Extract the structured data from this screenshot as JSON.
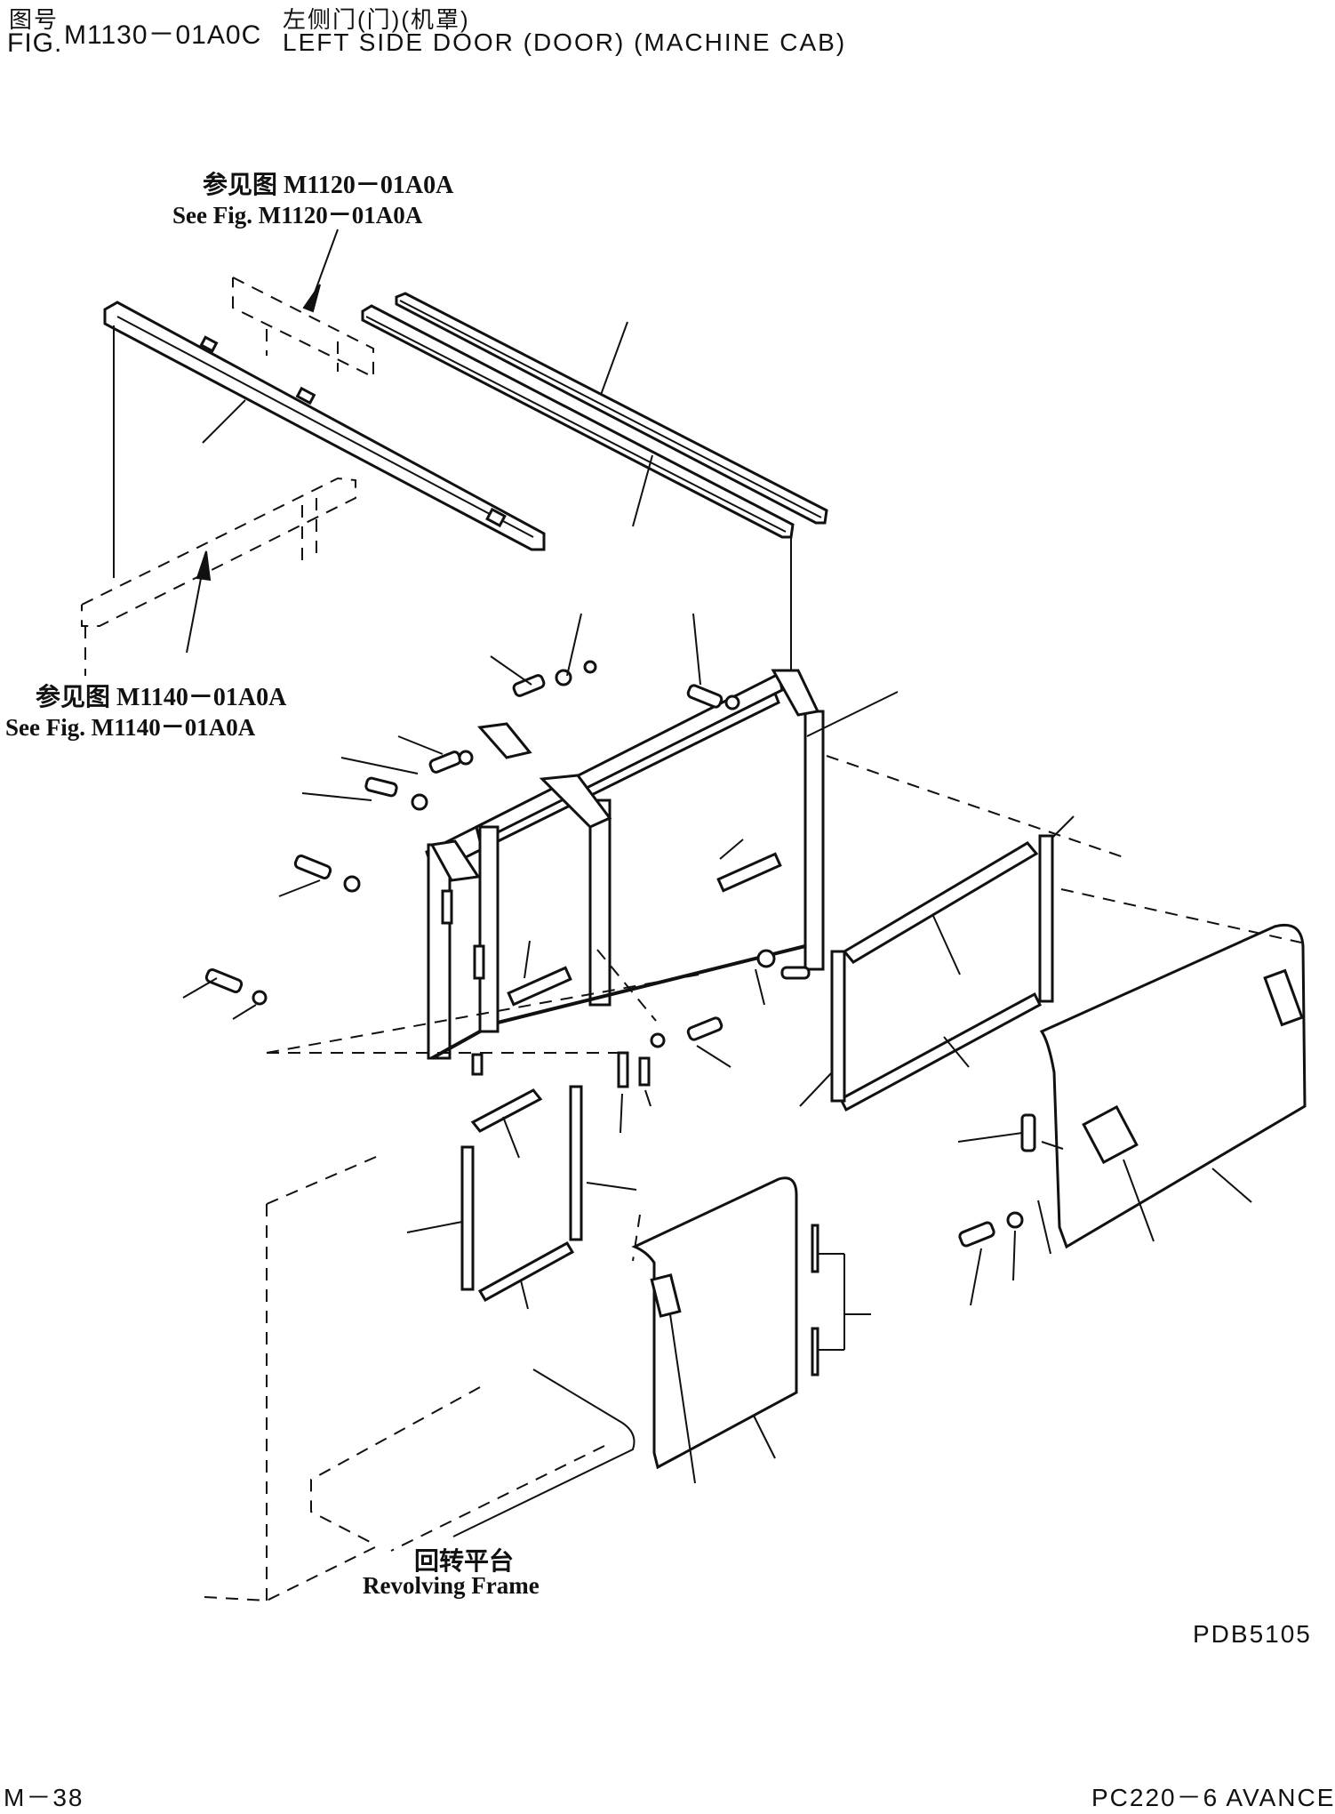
{
  "header": {
    "figure_label_cn": "图号",
    "figure_code": "M1130－01A0C",
    "figure_label_en": "FIG.",
    "title_cn": "左侧门(门)(机罩)",
    "title_en": "LEFT SIDE DOOR (DOOR) (MACHINE CAB)"
  },
  "references": {
    "ref_top_cn": "参见图 M1120－01A0A",
    "ref_top_en": "See Fig. M1120－01A0A",
    "ref_left_cn": "参见图 M1140－01A0A",
    "ref_left_en": "See Fig. M1140－01A0A",
    "frame_cn": "回转平台",
    "frame_en": "Revolving Frame"
  },
  "drawing_code": "PDB5105",
  "footer": {
    "page": "M－38",
    "model": "PC220－6 AVANCE"
  }
}
